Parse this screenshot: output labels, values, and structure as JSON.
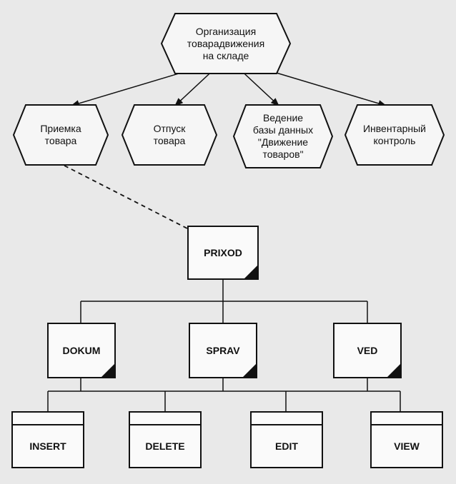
{
  "goal": {
    "label": "Организация\nтоварадвижения\nна складе"
  },
  "functions": [
    {
      "label": "Приемка\nтовара"
    },
    {
      "label": "Отпуск\nтовара"
    },
    {
      "label": "Ведение\nбазы данных\n\"Движение\nтоваров\""
    },
    {
      "label": "Инвентарный\nконтроль"
    }
  ],
  "main_module": {
    "label": "PRIXOD"
  },
  "modules": [
    {
      "label": "DOKUM"
    },
    {
      "label": "SPRAV"
    },
    {
      "label": "VED"
    }
  ],
  "library_modules": [
    {
      "label": "INSERT"
    },
    {
      "label": "DELETE"
    },
    {
      "label": "EDIT"
    },
    {
      "label": "VIEW"
    }
  ]
}
